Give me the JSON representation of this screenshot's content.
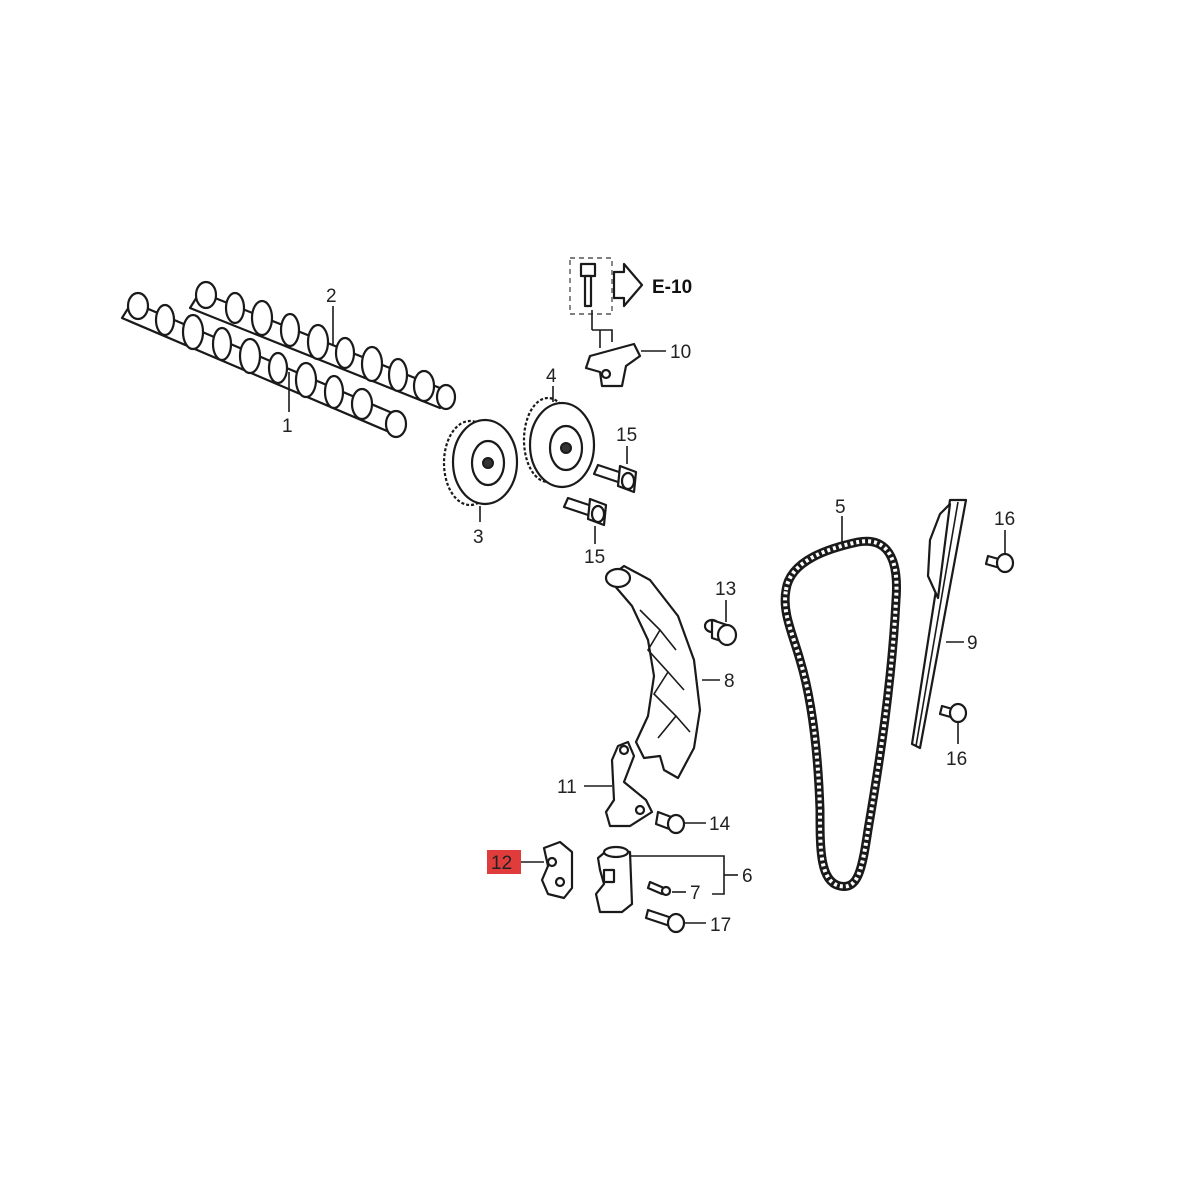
{
  "callouts": {
    "p1": "1",
    "p2": "2",
    "p3": "3",
    "p4": "4",
    "p5": "5",
    "p6": "6",
    "p7": "7",
    "p8": "8",
    "p9": "9",
    "p10": "10",
    "p11": "11",
    "p12": "12",
    "p13": "13",
    "p14": "14",
    "p15a": "15",
    "p15b": "15",
    "p16a": "16",
    "p16b": "16",
    "p17": "17"
  },
  "reference": "E-10",
  "highlight": {
    "part": "12",
    "color": "#e03c3c"
  }
}
